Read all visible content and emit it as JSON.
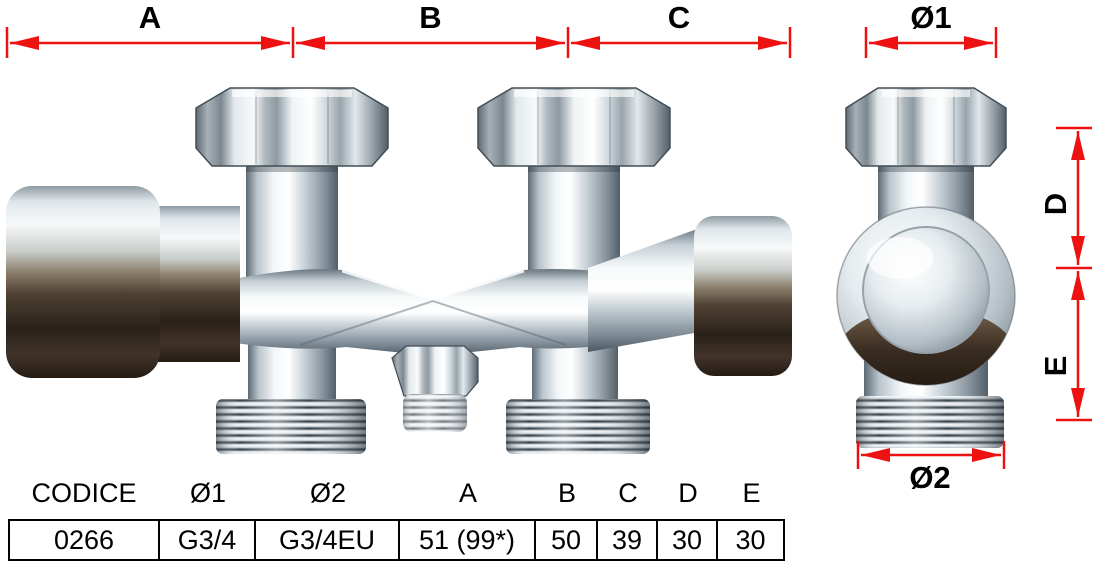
{
  "colors": {
    "dimension_red": "#ee1111",
    "text": "#000000",
    "background": "#ffffff"
  },
  "dimension_labels": {
    "a": "A",
    "b": "B",
    "c": "C",
    "dia1": "Ø1",
    "d": "D",
    "e": "E",
    "dia2": "Ø2"
  },
  "table": {
    "headers": [
      "CODICE",
      "Ø1",
      "Ø2",
      "A",
      "B",
      "C",
      "D",
      "E"
    ],
    "values": [
      "0266",
      "G3/4",
      "G3/4EU",
      "51 (99*)",
      "50",
      "39",
      "30",
      "30"
    ]
  }
}
